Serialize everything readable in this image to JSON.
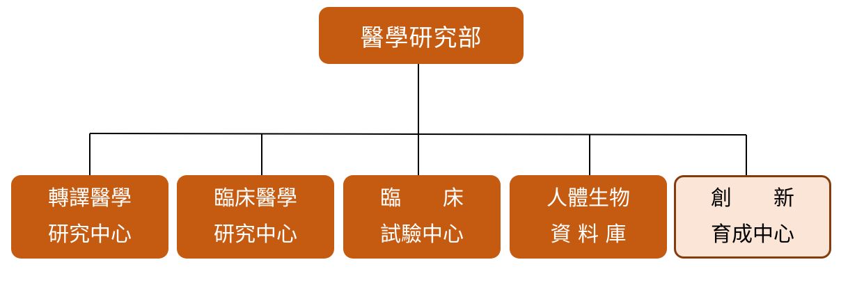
{
  "root": {
    "label": "醫學研究部"
  },
  "children": [
    {
      "line1": "轉譯醫學",
      "line2": "研究中心"
    },
    {
      "line1": "臨床醫學",
      "line2": "研究中心"
    },
    {
      "line1": "臨　　床",
      "line2": "試驗中心"
    },
    {
      "line1": "人體生物",
      "line2": "資 料 庫"
    },
    {
      "line1": "創　　新",
      "line2": "育成中心"
    }
  ],
  "colors": {
    "box_fill": "#c55a11",
    "highlight_fill": "#fbe5d6",
    "highlight_border": "#843c0c",
    "line": "#000000"
  }
}
